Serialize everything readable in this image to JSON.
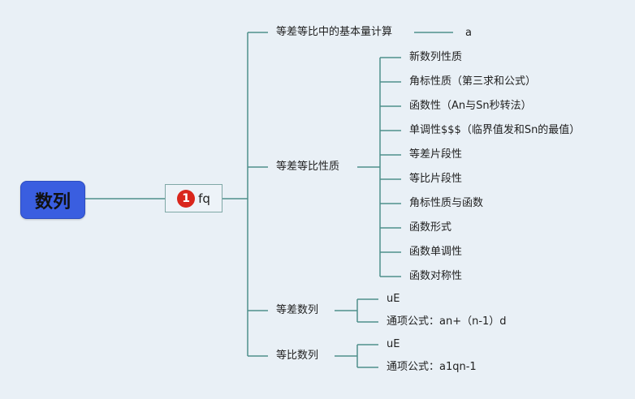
{
  "root": {
    "label": "数列"
  },
  "center": {
    "badge": "1",
    "label": "fq"
  },
  "line_color": "#4f8f8b",
  "root_color": "#3a5ee0",
  "badge_color": "#d9261c",
  "branches": [
    {
      "label": "等差等比中的基本量计算",
      "children": [
        "a"
      ]
    },
    {
      "label": "等差等比性质",
      "children": [
        "新数列性质",
        "角标性质（第三求和公式）",
        "函数性（An与Sn秒转法）",
        "单调性$$$（临界值发和Sn的最值）",
        "等差片段性",
        "等比片段性",
        "角标性质与函数",
        "函数形式",
        "函数单调性",
        "函数对称性"
      ]
    },
    {
      "label": "等差数列",
      "children": [
        "uE",
        "通项公式：an+（n-1）d"
      ]
    },
    {
      "label": "等比数列",
      "children": [
        "uE",
        "通项公式：a1qn-1"
      ]
    }
  ]
}
